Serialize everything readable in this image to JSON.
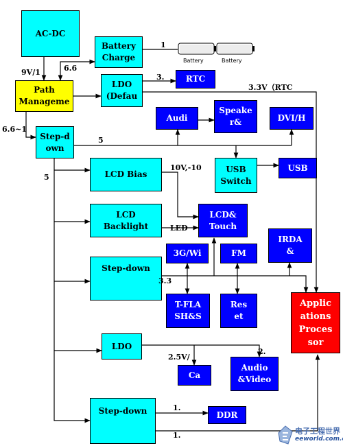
{
  "blocks": {
    "acdc": "AC-DC",
    "battery_charge": "Battery\nCharge",
    "path_management": "Path\nManageme",
    "ldo_default": "LDO\n(Defau",
    "rtc": "RTC",
    "audio_amp": "Audi",
    "speaker": "Speake\nr&",
    "dvi": "DVI/H",
    "step_down_top": "Step-d\nown",
    "usb_switch": "USB\nSwitch",
    "usb": "USB",
    "lcd_bias": "LCD Bias",
    "lcd_backlight": "LCD\nBacklight",
    "lcd_touch": "LCD&\nTouch",
    "step_down_mid": "Step-down",
    "wifi_3g": "3G/Wi",
    "fm": "FM",
    "irda": "IRDA\n&",
    "tflash": "T-FLA\nSH&S",
    "reset": "Res\net",
    "app_processor": "Applic\nations\nProces\nsor",
    "ldo_mid": "LDO",
    "camera": "Ca",
    "audio_video": "Audio\n&Video",
    "step_down_bottom": "Step-down",
    "ddr": "DDR"
  },
  "labels": {
    "battery_1": "1",
    "battery_left": "Battery",
    "battery_right": "Battery",
    "v9": "9V/1",
    "v66_path": "6.6",
    "ldo_3": "3.",
    "v33_rtc": "3.3V（RTC",
    "v66_input": "6.6~1",
    "v5_top": "5",
    "v5_left": "5",
    "v10": "10V,-10",
    "led": "LED",
    "v33_mid": "3.3",
    "v25": "2.5V/",
    "v2": "2.",
    "v1_ddr": "1.",
    "v1_bottom": "1."
  },
  "watermark": {
    "cn": "电子工程世界",
    "en": "eeworld.com.cn"
  }
}
